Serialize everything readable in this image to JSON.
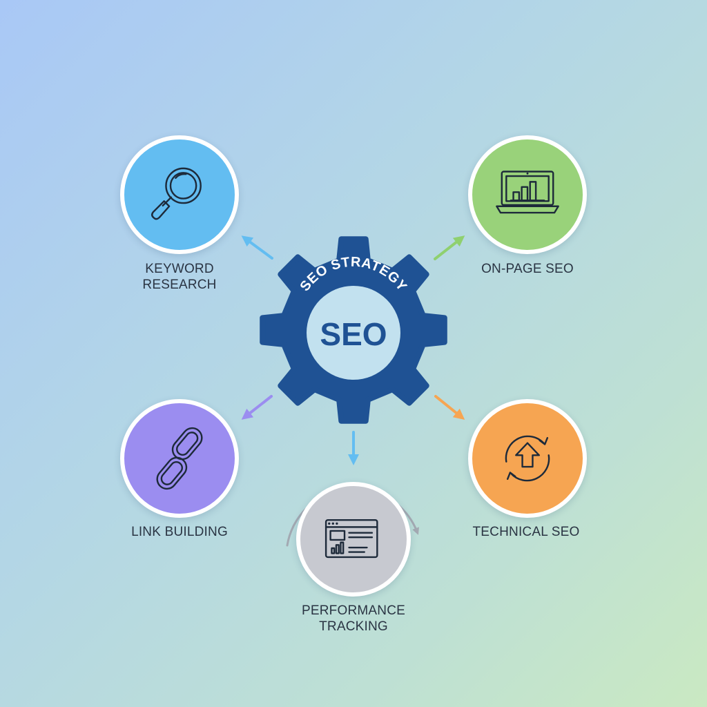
{
  "center": {
    "arc_title": "SEO STRATEGY",
    "label": "SEO",
    "color": "#1f5294"
  },
  "nodes": [
    {
      "id": "keyword-research",
      "label": "KEYWORD\nRESEARCH",
      "color": "#63bdf1",
      "icon": "magnifier-icon"
    },
    {
      "id": "on-page-seo",
      "label": "ON-PAGE SEO",
      "color": "#99d27a",
      "icon": "laptop-chart-icon"
    },
    {
      "id": "link-building",
      "label": "LINK BUILDING",
      "color": "#9b8df0",
      "icon": "chain-link-icon"
    },
    {
      "id": "technical-seo",
      "label": "TECHNICAL SEO",
      "color": "#f6a552",
      "icon": "refresh-upload-icon"
    },
    {
      "id": "performance-tracking",
      "label": "PERFORMANCE\nTRACKING",
      "color": "#c7c9d0",
      "icon": "browser-dashboard-icon"
    }
  ],
  "arrow_colors": {
    "keyword-research": "#63bdf1",
    "on-page-seo": "#8fd06f",
    "link-building": "#9b8df0",
    "technical-seo": "#f6a552",
    "performance-tracking": "#63bdf1",
    "tracking-cycle": "#a3a9b2"
  }
}
